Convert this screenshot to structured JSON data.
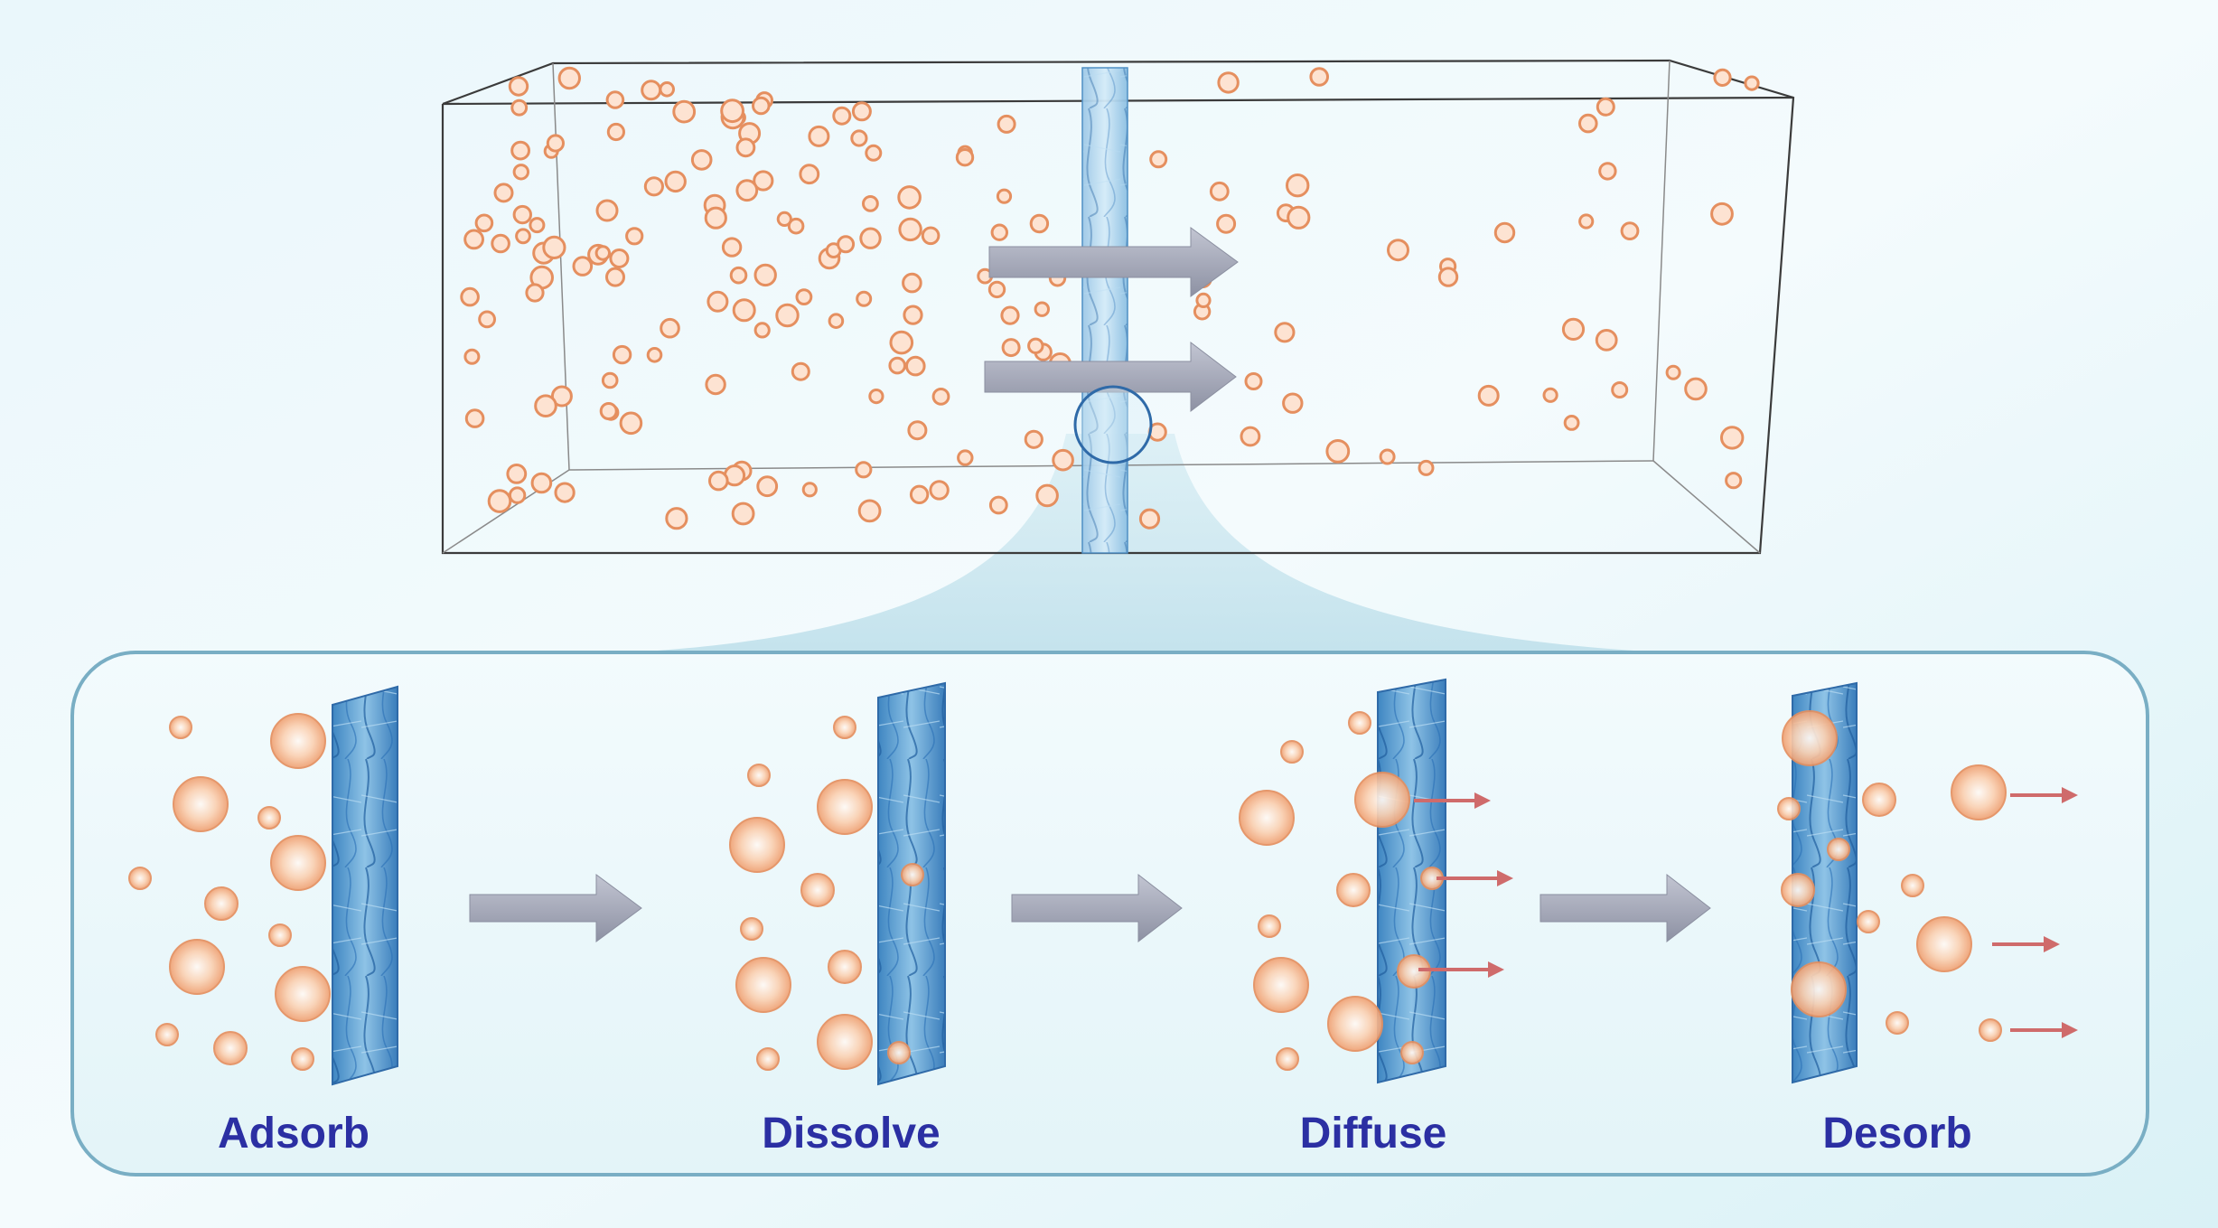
{
  "colors": {
    "label": "#2b2fa3",
    "particle_fill": "#f6b48a",
    "particle_stroke": "#e58f5f",
    "membrane": "#5f9fd1",
    "membrane_fiber": "#2f6aa8",
    "gray_arrow": "#a7abba",
    "red_arrow": "#cf6b6b",
    "panel_border": "#79aec4"
  },
  "icons": {
    "process_arrow": "right-arrow",
    "flux_arrow": "right-arrow",
    "permeant": "sphere",
    "membrane": "fibrous-membrane"
  },
  "stages": [
    {
      "label": "Adsorb"
    },
    {
      "label": "Dissolve"
    },
    {
      "label": "Diffuse"
    },
    {
      "label": "Desorb"
    }
  ]
}
